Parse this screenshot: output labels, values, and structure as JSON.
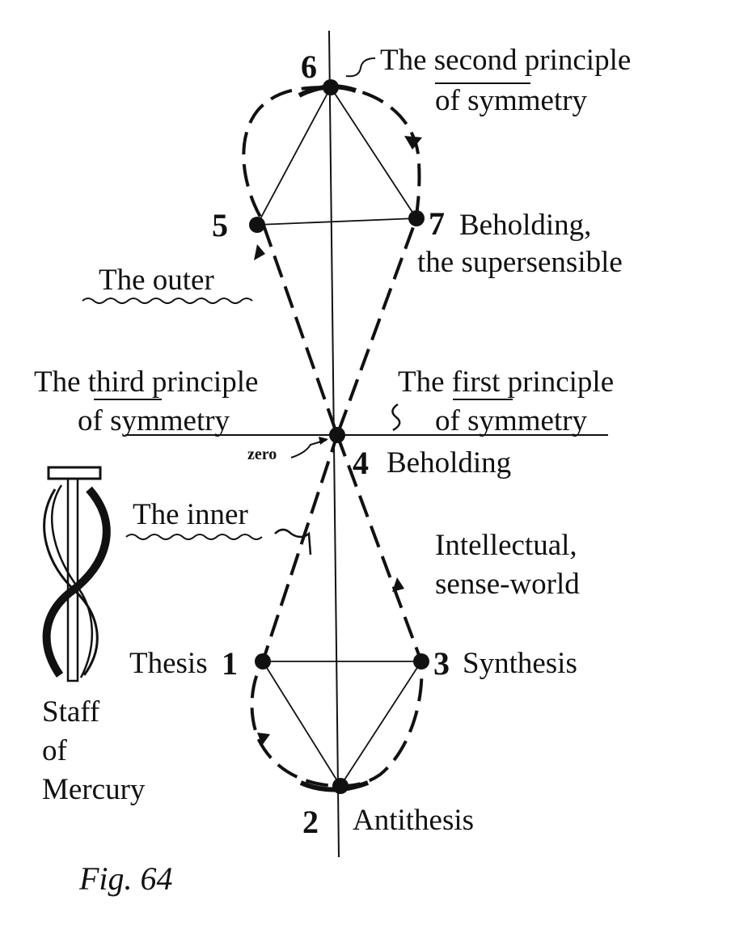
{
  "nodes": {
    "n1": "1",
    "n2": "2",
    "n3": "3",
    "n4": "4",
    "n5": "5",
    "n6": "6",
    "n7": "7"
  },
  "labels": {
    "second_principle_1": "The second principle",
    "second_principle_2": "of symmetry",
    "beholding_7_1": "Beholding,",
    "beholding_7_2": "the supersensible",
    "outer": "The outer",
    "third_principle_1": "The third principle",
    "third_principle_2": "of symmetry",
    "first_principle_1": "The first principle",
    "first_principle_2": "of symmetry",
    "zero": "zero",
    "beholding_4": "Beholding",
    "inner": "The inner",
    "intellectual_1": "Intellectual,",
    "intellectual_2": "sense-world",
    "thesis": "Thesis",
    "synthesis": "Synthesis",
    "antithesis": "Antithesis",
    "staff_1": "Staff",
    "staff_2": "of",
    "staff_3": "Mercury"
  },
  "caption": "Fig. 64"
}
